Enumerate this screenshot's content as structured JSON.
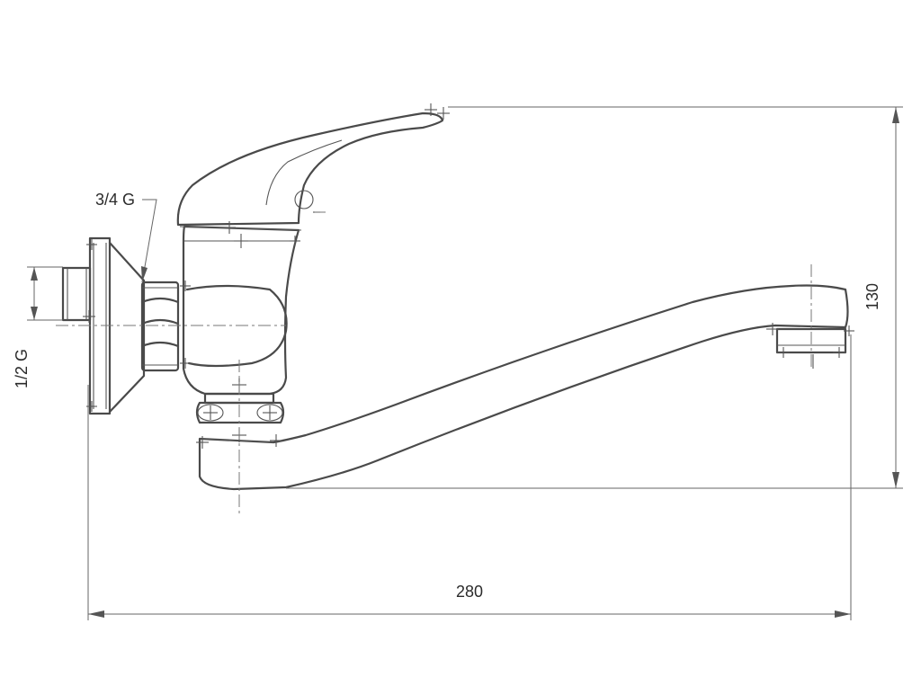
{
  "dimensions": {
    "width_label": "280",
    "height_label": "130",
    "thread_outlet_label": "3/4 G",
    "thread_inlet_label": "1/2 G"
  },
  "colors": {
    "line": "#4a4a4a",
    "background": "#ffffff"
  }
}
